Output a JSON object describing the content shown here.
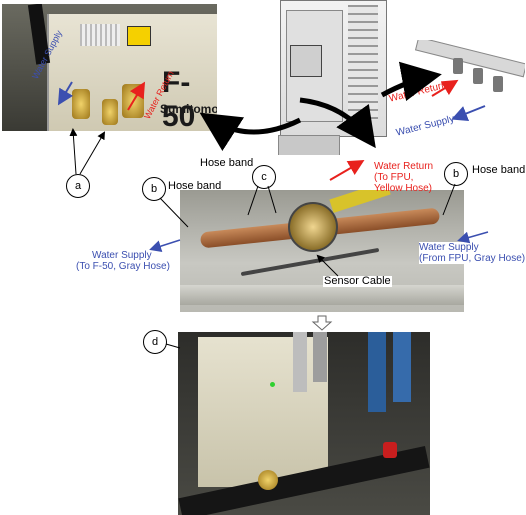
{
  "labels": {
    "a": "a",
    "b_left": "b",
    "b_right": "b",
    "c": "c",
    "d": "d",
    "hose_band_left": "Hose band",
    "hose_band_center": "Hose band",
    "hose_band_right": "Hose band",
    "water_return_line1": "Water Return",
    "water_return_line2": "(To FPU,",
    "water_return_line3": "Yellow Hose)",
    "water_supply_left_line1": "Water Supply",
    "water_supply_left_line2": "(To F-50, Gray Hose)",
    "water_supply_right_line1": "Water Supply",
    "water_supply_right_line2": "(From FPU, Gray Hose)",
    "sensor_cable": "Sensor Cable",
    "top_water_supply_rotated": "Water Supply",
    "top_water_return_rotated": "Water Return",
    "right_water_return": "Water Return",
    "right_water_supply": "Water Supply",
    "compressor_model": "F-50",
    "compressor_brand": "Sumitomo"
  },
  "colors": {
    "supply_blue": "#3b4fb0",
    "return_red": "#e8211d"
  }
}
